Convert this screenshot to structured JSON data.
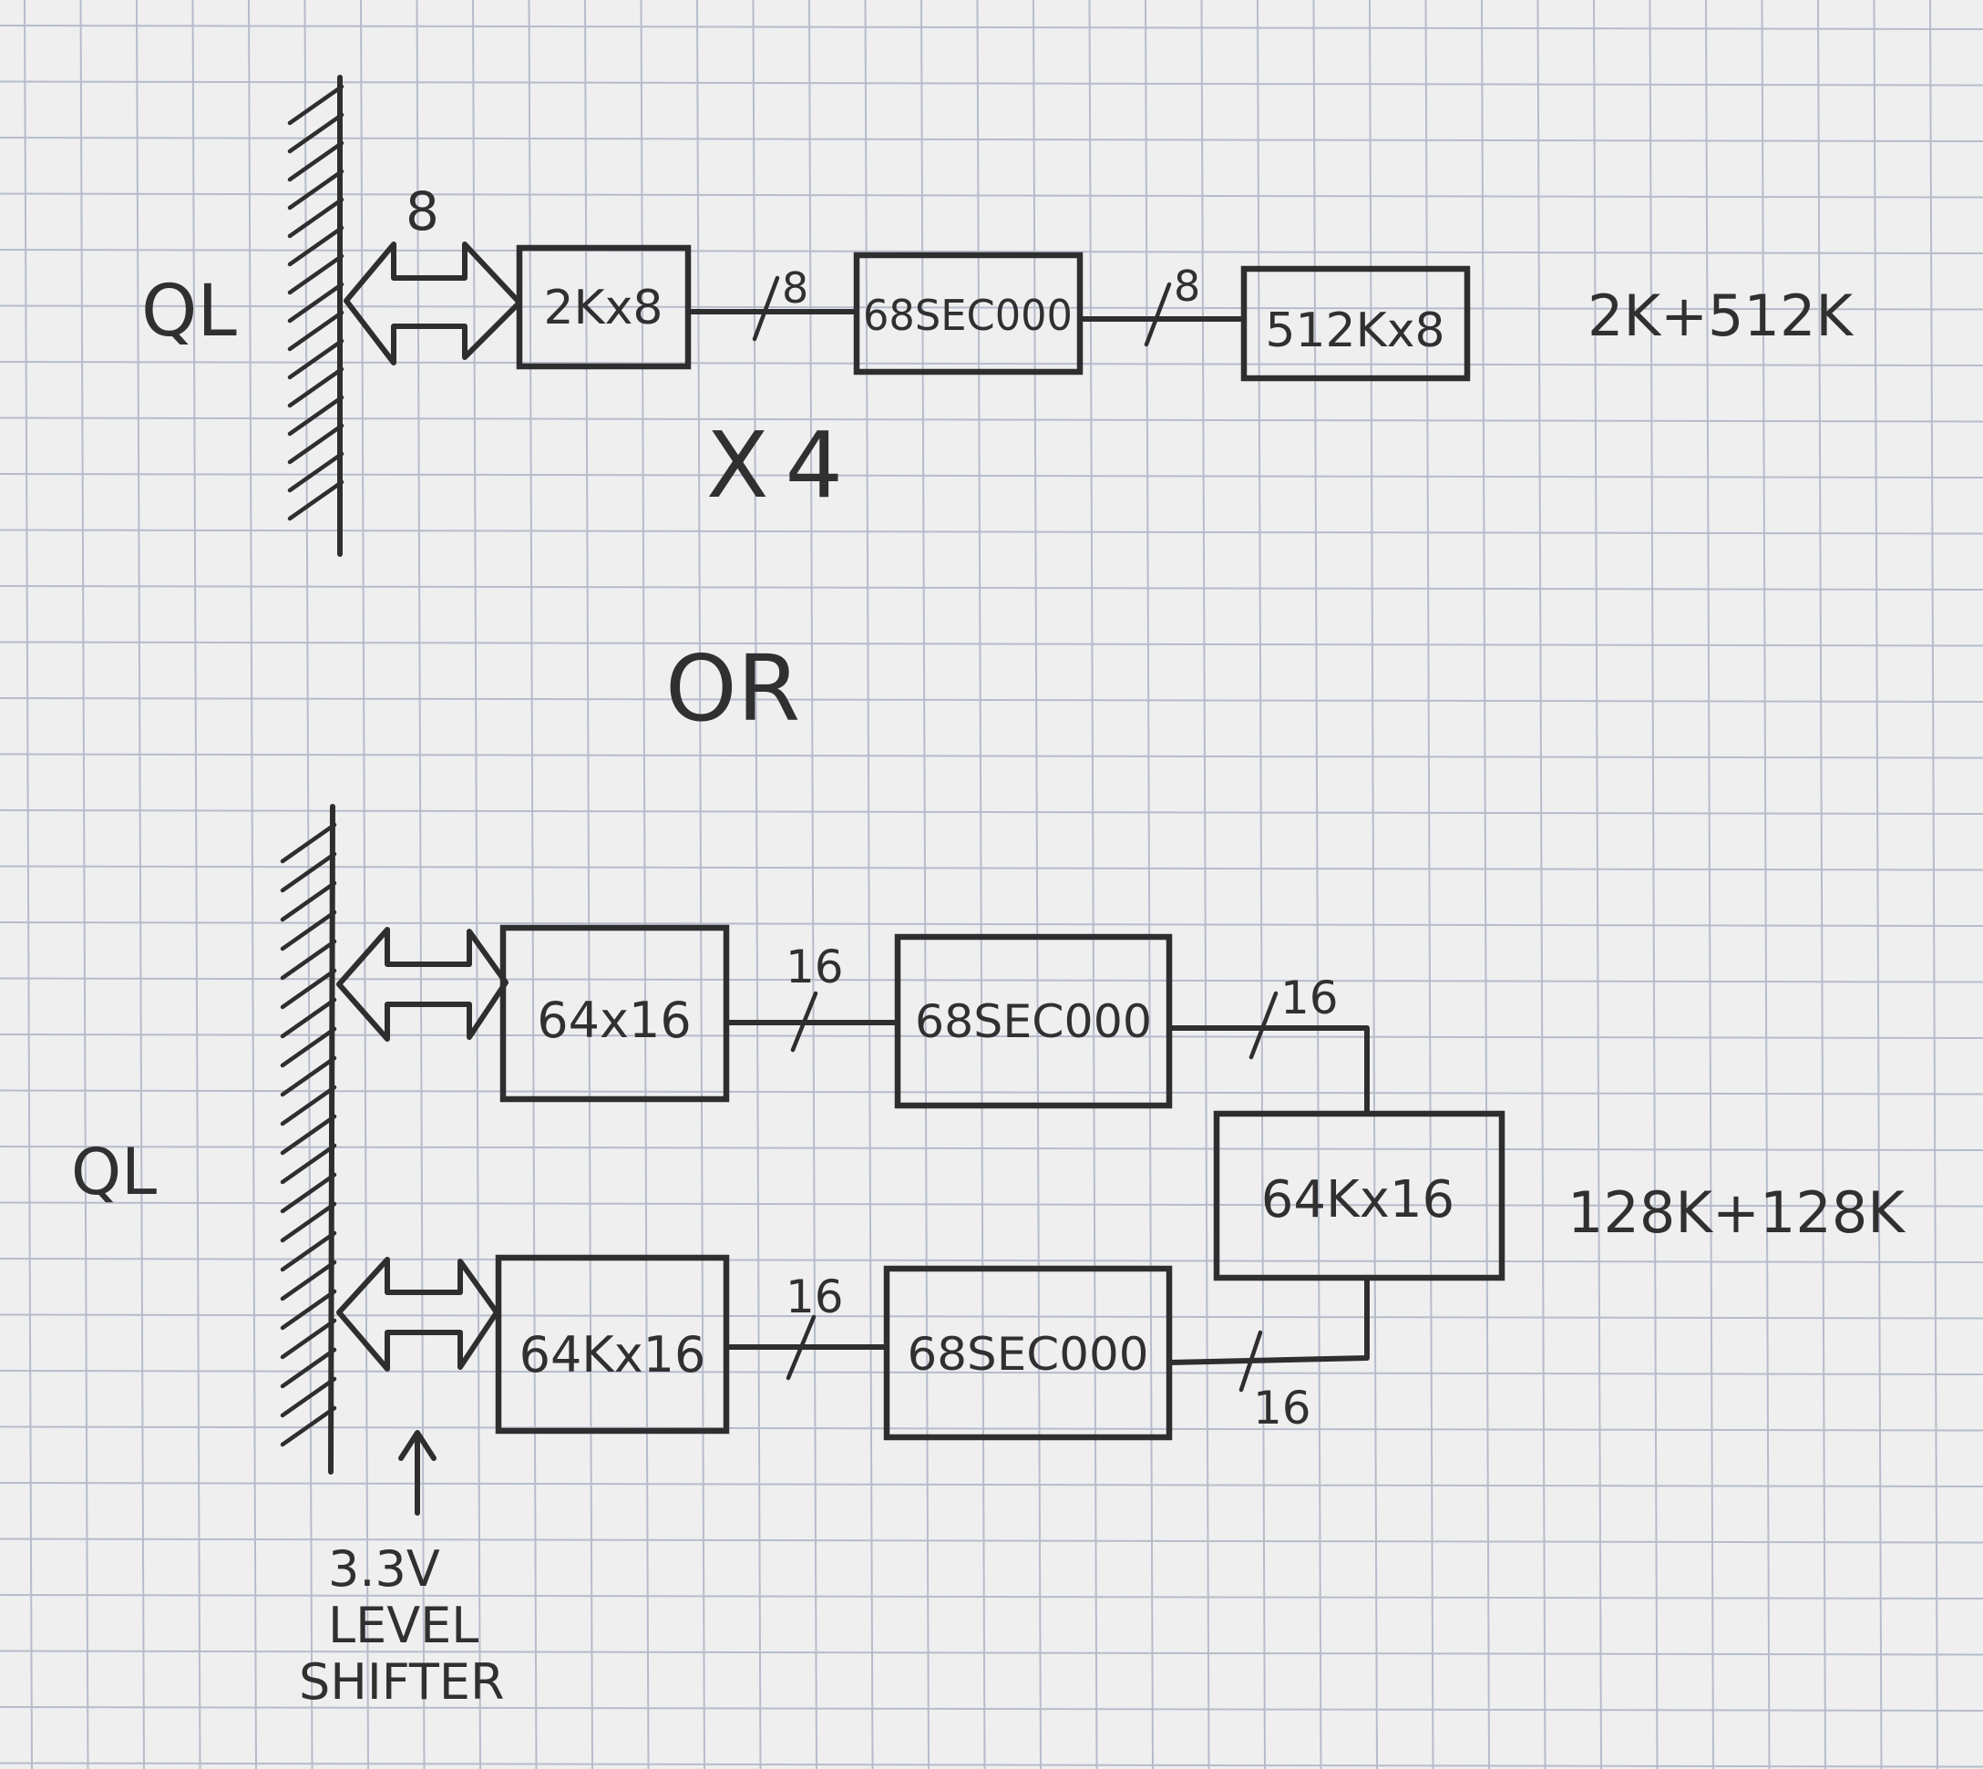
{
  "top": {
    "bus_label": "QL",
    "bus_width": "8",
    "boxes": [
      "2Kx8",
      "68SEC000",
      "512Kx8"
    ],
    "links": [
      "8",
      "8"
    ],
    "multiplier": "X4",
    "total": "2K+512K"
  },
  "separator": "OR",
  "bottom": {
    "bus_label": "QL",
    "upper_boxes": [
      "64x16",
      "68SEC000"
    ],
    "lower_boxes": [
      "64Kx16",
      "68SEC000"
    ],
    "shared_box": "64Kx16",
    "links": [
      "16",
      "16",
      "16",
      "16"
    ],
    "total": "128K+128K",
    "shifter_note": [
      "3.3V",
      "LEVEL",
      "SHIFTER"
    ]
  }
}
